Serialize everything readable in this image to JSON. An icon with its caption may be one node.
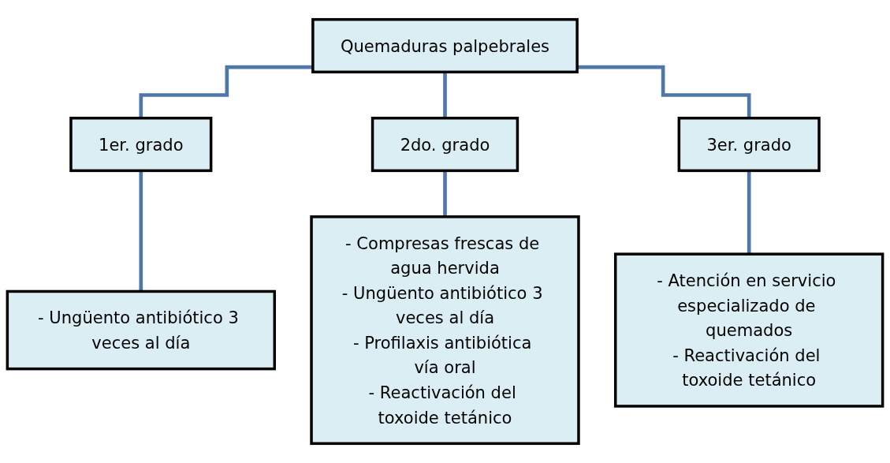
{
  "diagram": {
    "nodes": [
      {
        "text": [
          "Quemaduras palpebrales"
        ]
      },
      {
        "text": [
          "1er. grado"
        ]
      },
      {
        "text": [
          "2do. grado"
        ]
      },
      {
        "text": [
          "3er. grado"
        ]
      },
      {
        "text": [
          "- Ungüento antibiótico 3 veces al día"
        ]
      },
      {
        "text": [
          "- Compresas frescas de agua hervida",
          "- Ungüento antibiótico 3 veces al día",
          "- Profilaxis antibiótica vía oral",
          "- Reactivación del toxoide tetánico"
        ]
      },
      {
        "text": [
          "- Atención en servicio especializado de quemados",
          "- Reactivación del toxoide tetánico"
        ]
      }
    ],
    "edges": [
      {
        "from": 0,
        "to": 1,
        "arrow": "none"
      },
      {
        "from": 0,
        "to": 2,
        "arrow": "none"
      },
      {
        "from": 0,
        "to": 3,
        "arrow": "none"
      },
      {
        "from": 1,
        "to": 4,
        "arrow": "none"
      },
      {
        "from": 2,
        "to": 5,
        "arrow": "none"
      },
      {
        "from": 3,
        "to": 6,
        "arrow": "none"
      }
    ]
  }
}
